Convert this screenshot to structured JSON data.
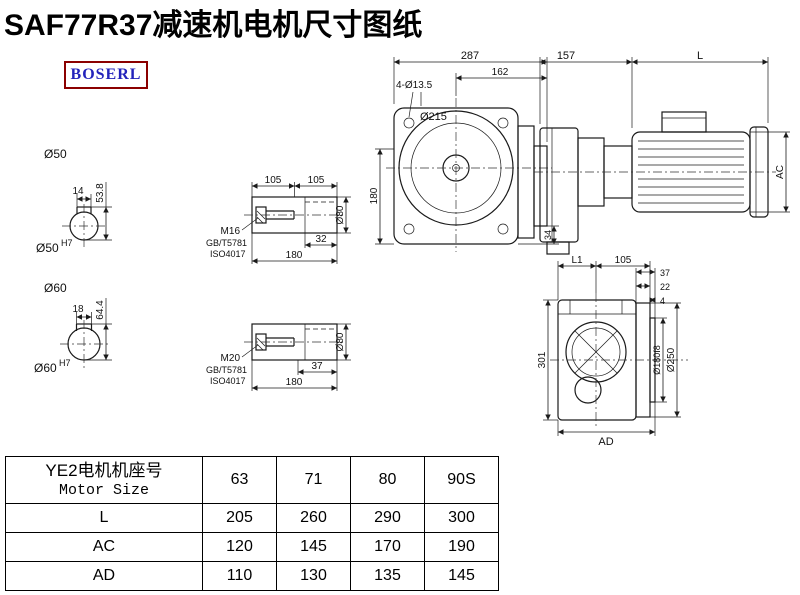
{
  "title": "SAF77R37减速机电机尺寸图纸",
  "logo": "BOSERL",
  "sections": {
    "shaft50": {
      "od": "Ø50",
      "key_w": "14",
      "key_h": "53.8",
      "bore": "Ø50",
      "fit": "H7"
    },
    "shaft60": {
      "od": "Ø60",
      "key_w": "18",
      "key_h": "64.4",
      "bore": "Ø60",
      "fit": "H7"
    },
    "end16": {
      "len1": "105",
      "len2": "105",
      "bolt": "M16",
      "std1": "GB/T5781",
      "std2": "ISO4017",
      "keylen": "32",
      "total": "180",
      "dia": "Ø80"
    },
    "end20": {
      "bolt": "M20",
      "std1": "GB/T5781",
      "std2": "ISO4017",
      "keylen": "37",
      "total": "180",
      "dia": "Ø80"
    },
    "front": {
      "w": "287",
      "w2": "162",
      "holes": "4-Ø13.5",
      "flange": "Ø215",
      "h": "180",
      "foot": "34"
    },
    "side": {
      "gear": "157",
      "motor": "L",
      "height": "AC"
    },
    "output": {
      "l1": "L1",
      "l2": "105",
      "d1": "37",
      "d2": "22",
      "d3": "4",
      "h": "301",
      "spigot": "Ø180f8",
      "flange": "Ø250",
      "w": "AD"
    }
  },
  "table": {
    "size_label_cn": "YE2电机机座号",
    "size_label_en": "Motor Size",
    "sizes": [
      "63",
      "71",
      "80",
      "90S"
    ],
    "rows": [
      {
        "label": "L",
        "values": [
          "205",
          "260",
          "290",
          "300"
        ]
      },
      {
        "label": "AC",
        "values": [
          "120",
          "145",
          "170",
          "190"
        ]
      },
      {
        "label": "AD",
        "values": [
          "110",
          "130",
          "135",
          "145"
        ]
      }
    ]
  }
}
